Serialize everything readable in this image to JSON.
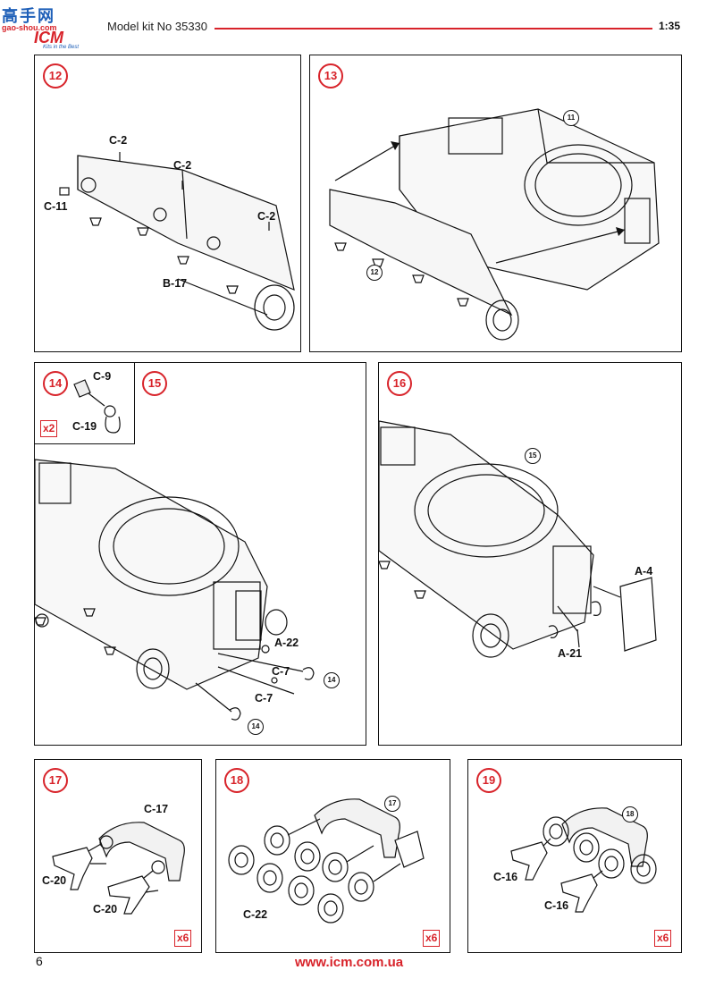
{
  "header": {
    "logo_cn": "高手网",
    "logo_site": "gao-shou.com",
    "logo_mark": "ICM",
    "logo_tagline": "Kits in the Best",
    "title": "Model kit No 35330",
    "scale": "1:35"
  },
  "colors": {
    "accent": "#d8232a",
    "line": "#111111"
  },
  "steps": {
    "s12": {
      "num": "12",
      "labels": [
        "C-2",
        "C-2",
        "C-2",
        "C-11",
        "B-17"
      ]
    },
    "s13": {
      "num": "13",
      "refs": [
        "11",
        "12"
      ]
    },
    "s14": {
      "num": "14",
      "labels": [
        "C-9",
        "C-19"
      ],
      "mult": "x2"
    },
    "s15": {
      "num": "15",
      "labels": [
        "A-22",
        "C-7",
        "C-7"
      ],
      "refs": [
        "14",
        "14"
      ]
    },
    "s16": {
      "num": "16",
      "labels": [
        "A-4",
        "A-21"
      ],
      "refs": [
        "15"
      ]
    },
    "s17": {
      "num": "17",
      "labels": [
        "C-17",
        "C-20",
        "C-20"
      ],
      "mult": "x6"
    },
    "s18": {
      "num": "18",
      "labels": [
        "C-22"
      ],
      "refs": [
        "17"
      ],
      "mult": "x6"
    },
    "s19": {
      "num": "19",
      "labels": [
        "C-16",
        "C-16"
      ],
      "refs": [
        "18"
      ],
      "mult": "x6"
    }
  },
  "footer": {
    "page": "6",
    "website": "www.icm.com.ua"
  }
}
